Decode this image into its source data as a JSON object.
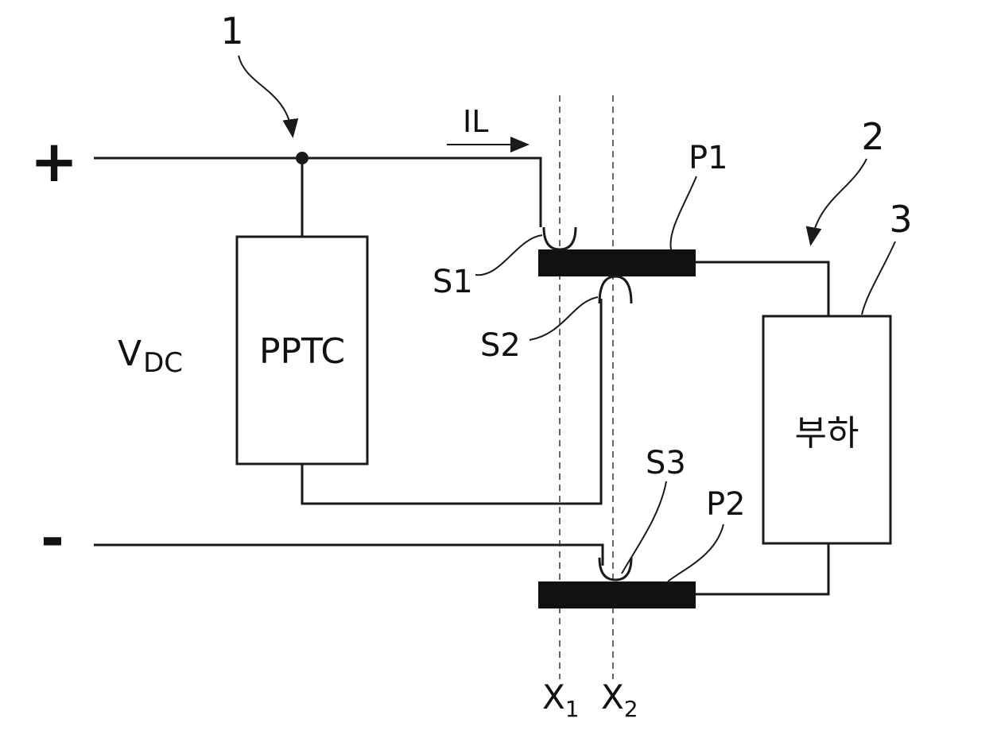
{
  "terminals": {
    "plus": "+",
    "minus": "-"
  },
  "source": {
    "label_main": "V",
    "label_sub": "DC"
  },
  "component": {
    "pptc_label": "PPTC",
    "load_label": "부하"
  },
  "current": {
    "label": "IL"
  },
  "references": {
    "ref1": "1",
    "ref2": "2",
    "ref3": "3"
  },
  "contacts": {
    "s1": "S1",
    "s2": "S2",
    "s3": "S3"
  },
  "plates": {
    "p1": "P1",
    "p2": "P2"
  },
  "axes": {
    "x1_main": "X",
    "x1_sub": "1",
    "x2_main": "X",
    "x2_sub": "2"
  }
}
